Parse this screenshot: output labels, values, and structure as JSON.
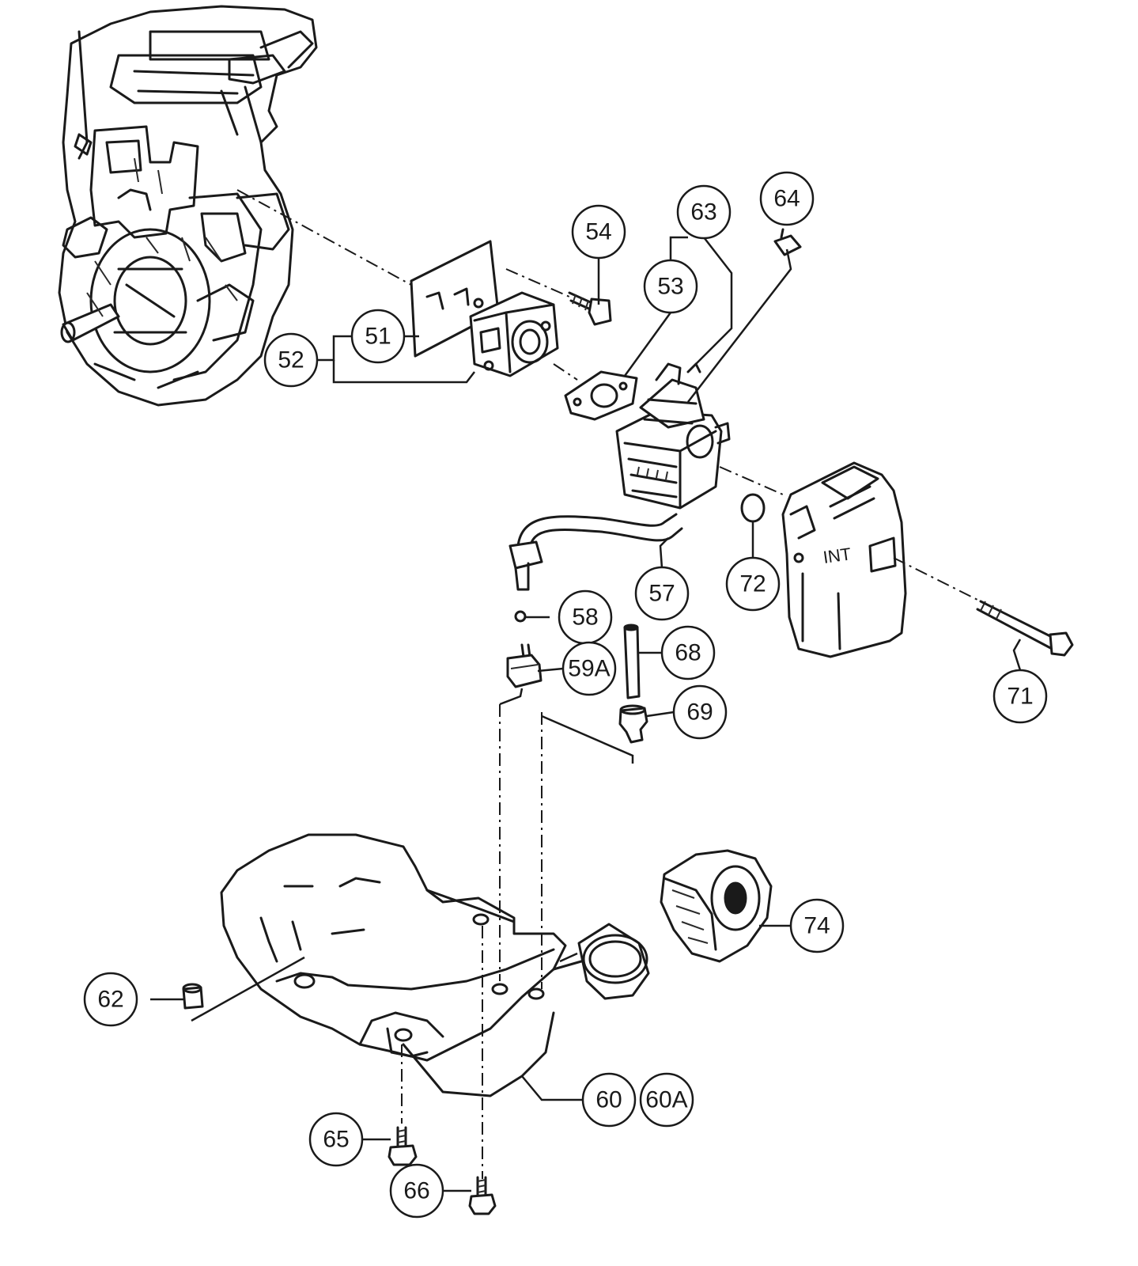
{
  "callouts": {
    "c51": "51",
    "c52": "52",
    "c53": "53",
    "c54": "54",
    "c57": "57",
    "c58": "58",
    "c59a": "59A",
    "c60": "60",
    "c60a": "60A",
    "c62": "62",
    "c63": "63",
    "c64": "64",
    "c65": "65",
    "c66": "66",
    "c68": "68",
    "c69": "69",
    "c71": "71",
    "c72": "72",
    "c74": "74"
  },
  "air_filter_cover_mark": "INT",
  "colors": {
    "line": "#1a1a1a",
    "background": "#ffffff"
  }
}
